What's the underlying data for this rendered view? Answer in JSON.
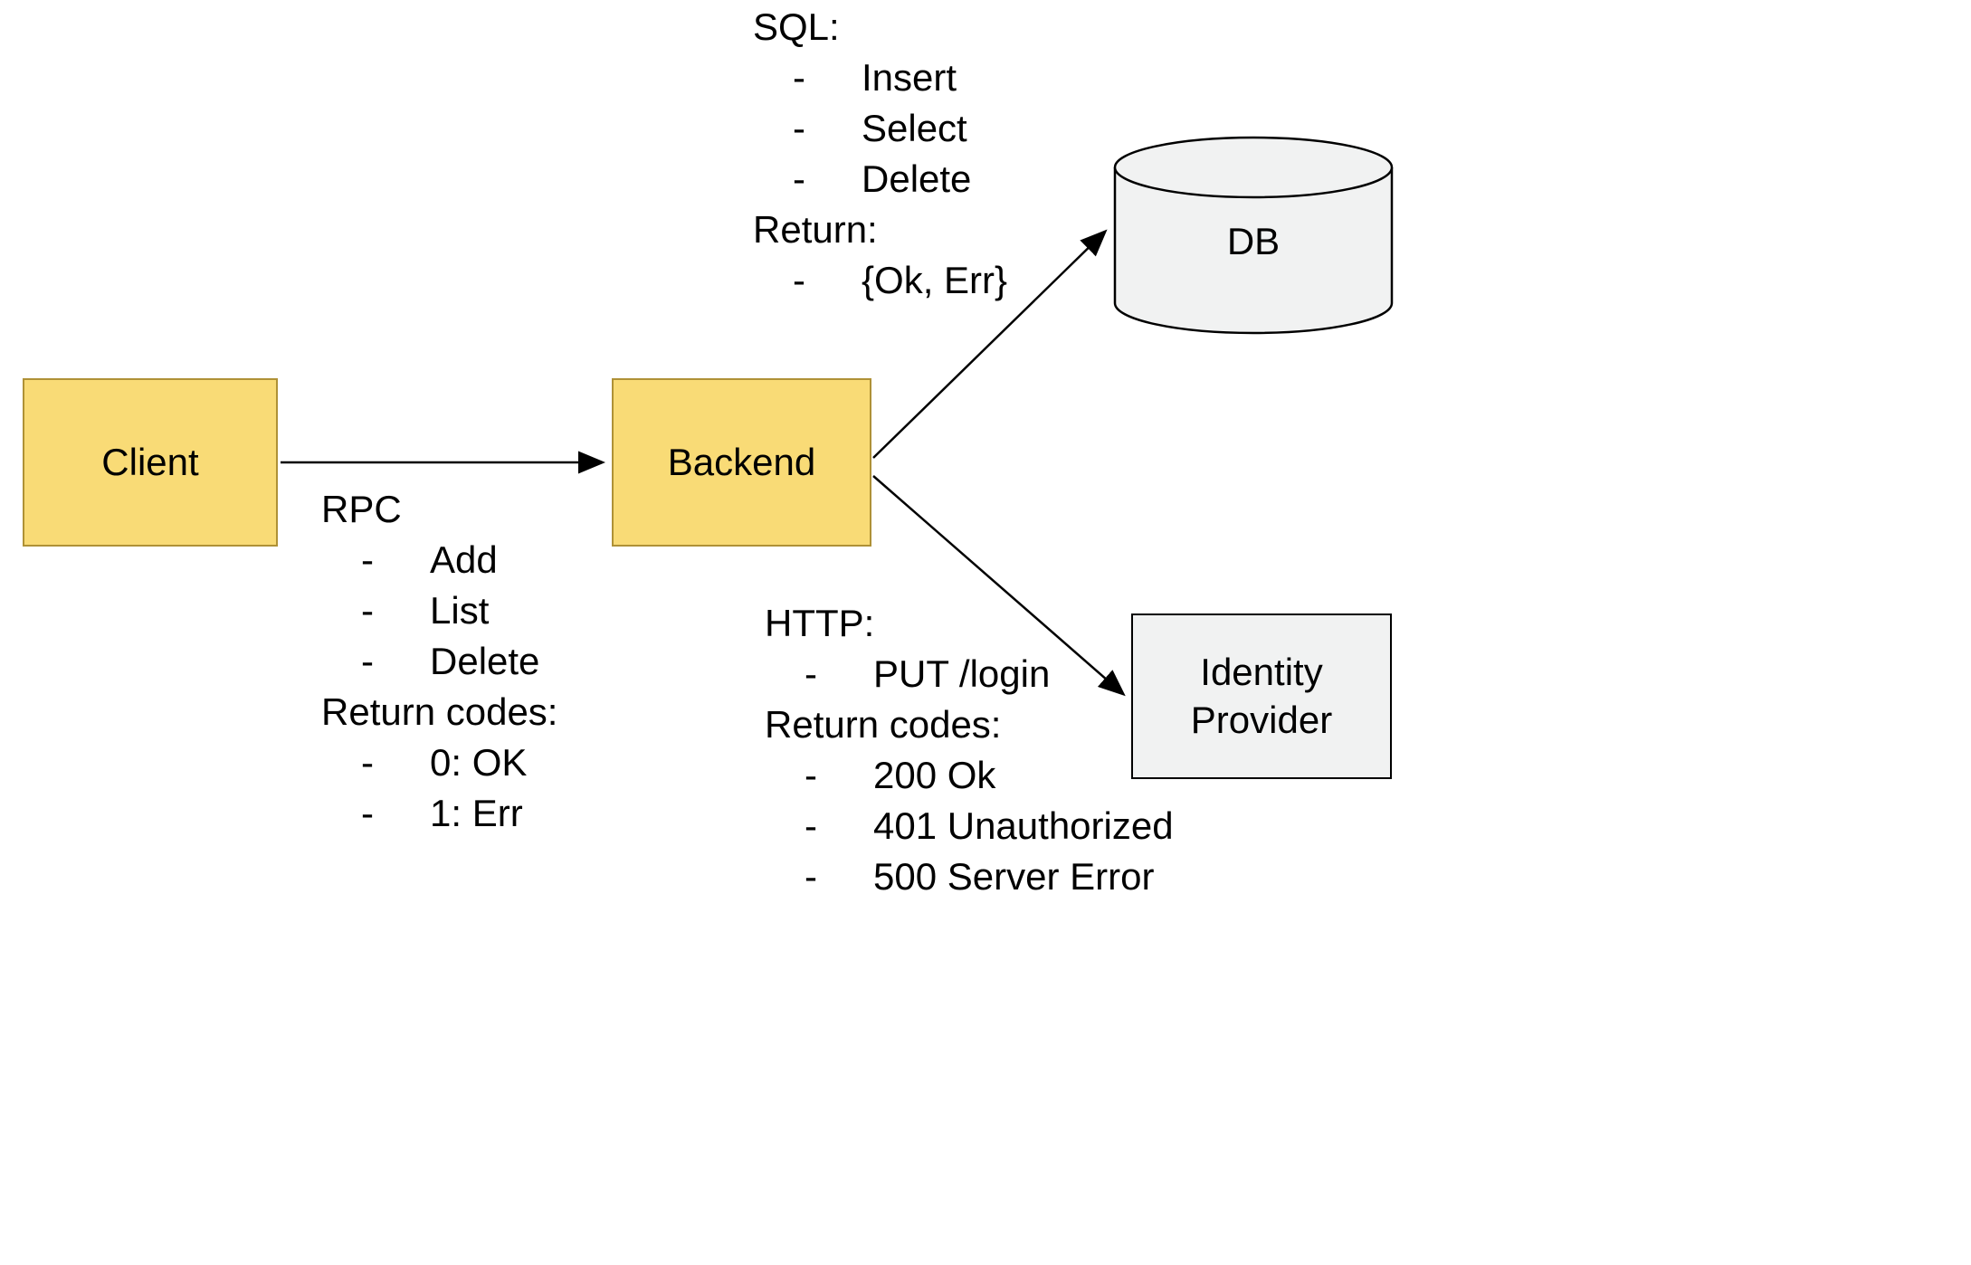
{
  "ui": {
    "bullet": "-"
  },
  "nodes": {
    "client": {
      "label": "Client"
    },
    "backend": {
      "label": "Backend"
    },
    "db": {
      "label": "DB"
    },
    "identity_provider": {
      "label": "Identity Provider"
    }
  },
  "annotations": {
    "sql": {
      "lines": [
        {
          "text": "SQL:",
          "bullet": false
        },
        {
          "text": "Insert",
          "bullet": true
        },
        {
          "text": "Select",
          "bullet": true
        },
        {
          "text": "Delete",
          "bullet": true
        },
        {
          "text": "Return:",
          "bullet": false
        },
        {
          "text": "{Ok, Err}",
          "bullet": true
        }
      ]
    },
    "rpc": {
      "lines": [
        {
          "text": "RPC",
          "bullet": false
        },
        {
          "text": "Add",
          "bullet": true
        },
        {
          "text": "List",
          "bullet": true
        },
        {
          "text": "Delete",
          "bullet": true
        },
        {
          "text": "Return codes:",
          "bullet": false
        },
        {
          "text": "0: OK",
          "bullet": true
        },
        {
          "text": "1: Err",
          "bullet": true
        }
      ]
    },
    "http": {
      "lines": [
        {
          "text": "HTTP:",
          "bullet": false
        },
        {
          "text": "PUT /login",
          "bullet": true
        },
        {
          "text": "Return codes:",
          "bullet": false
        },
        {
          "text": "200 Ok",
          "bullet": true
        },
        {
          "text": "401 Unauthorized",
          "bullet": true
        },
        {
          "text": "500 Server Error",
          "bullet": true
        }
      ]
    }
  },
  "colors": {
    "node_fill": "#F9DB76",
    "node_stroke": "#AF9136",
    "storage_fill": "#F1F2F2",
    "line": "#000000"
  }
}
